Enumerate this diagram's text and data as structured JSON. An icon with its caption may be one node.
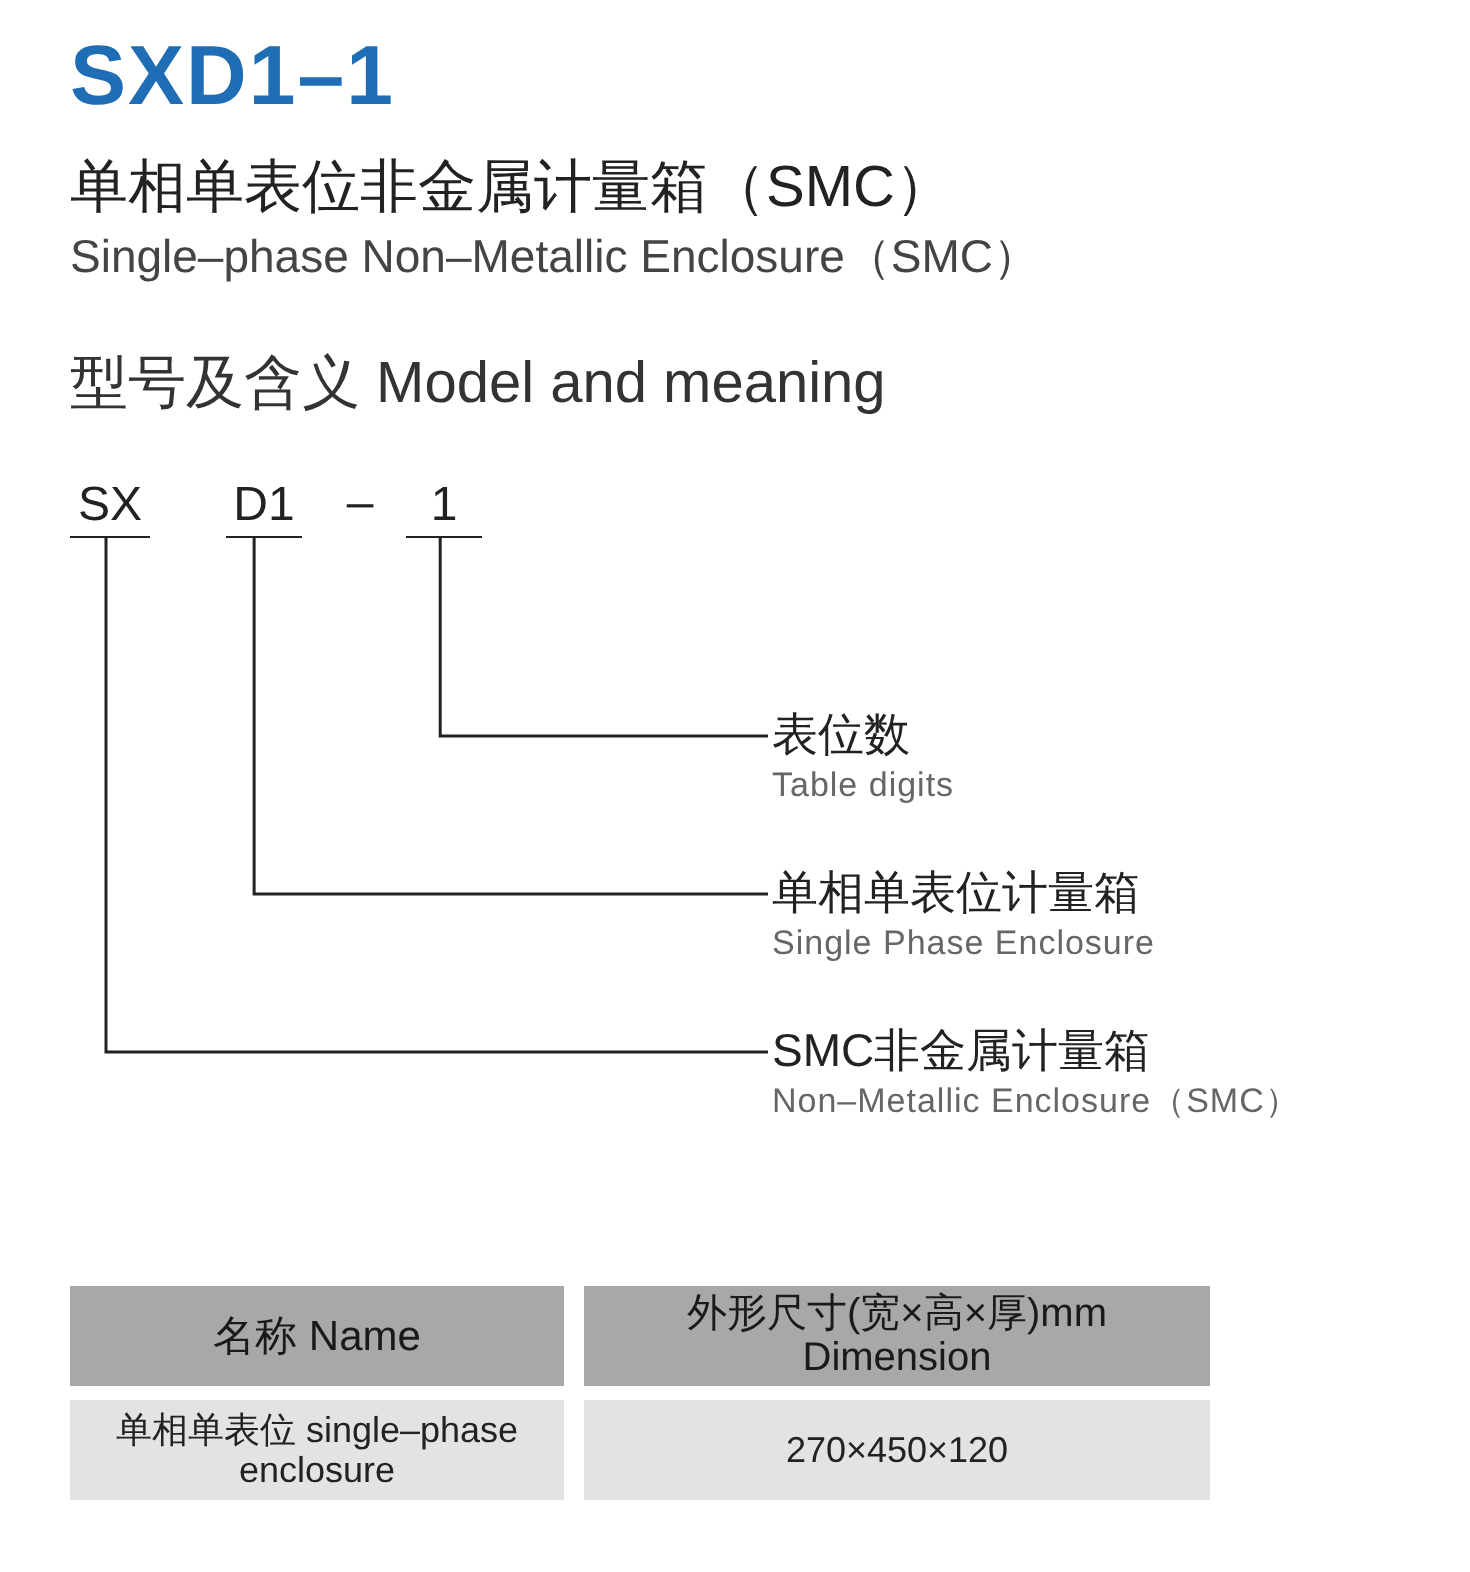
{
  "diagram": {
    "title": "SXD1–1",
    "nodes": [
      {
        "text": [
          "SX"
        ]
      },
      {
        "text": [
          "D1"
        ]
      },
      {
        "text": [
          "1"
        ]
      },
      {
        "text": [
          "表位数",
          "Table digits"
        ]
      },
      {
        "text": [
          "单相单表位计量箱",
          "Single Phase Enclosure"
        ]
      },
      {
        "text": [
          "SMC非金属计量箱",
          "Non–Metallic Enclosure（SMC）"
        ]
      }
    ],
    "edges": [
      {
        "from": 2,
        "to": 3,
        "arrow": "none"
      },
      {
        "from": 1,
        "to": 4,
        "arrow": "none"
      },
      {
        "from": 0,
        "to": 5,
        "arrow": "none"
      }
    ],
    "labels": [
      "单相单表位非金属计量箱（SMC）",
      "Single–phase Non–Metallic Enclosure（SMC）",
      "型号及含义 Model and meaning",
      "–",
      "名称 Name",
      "外形尺寸(宽×高×厚)mm Dimension",
      "单相单表位 single–phase enclosure",
      "270×450×120"
    ]
  }
}
